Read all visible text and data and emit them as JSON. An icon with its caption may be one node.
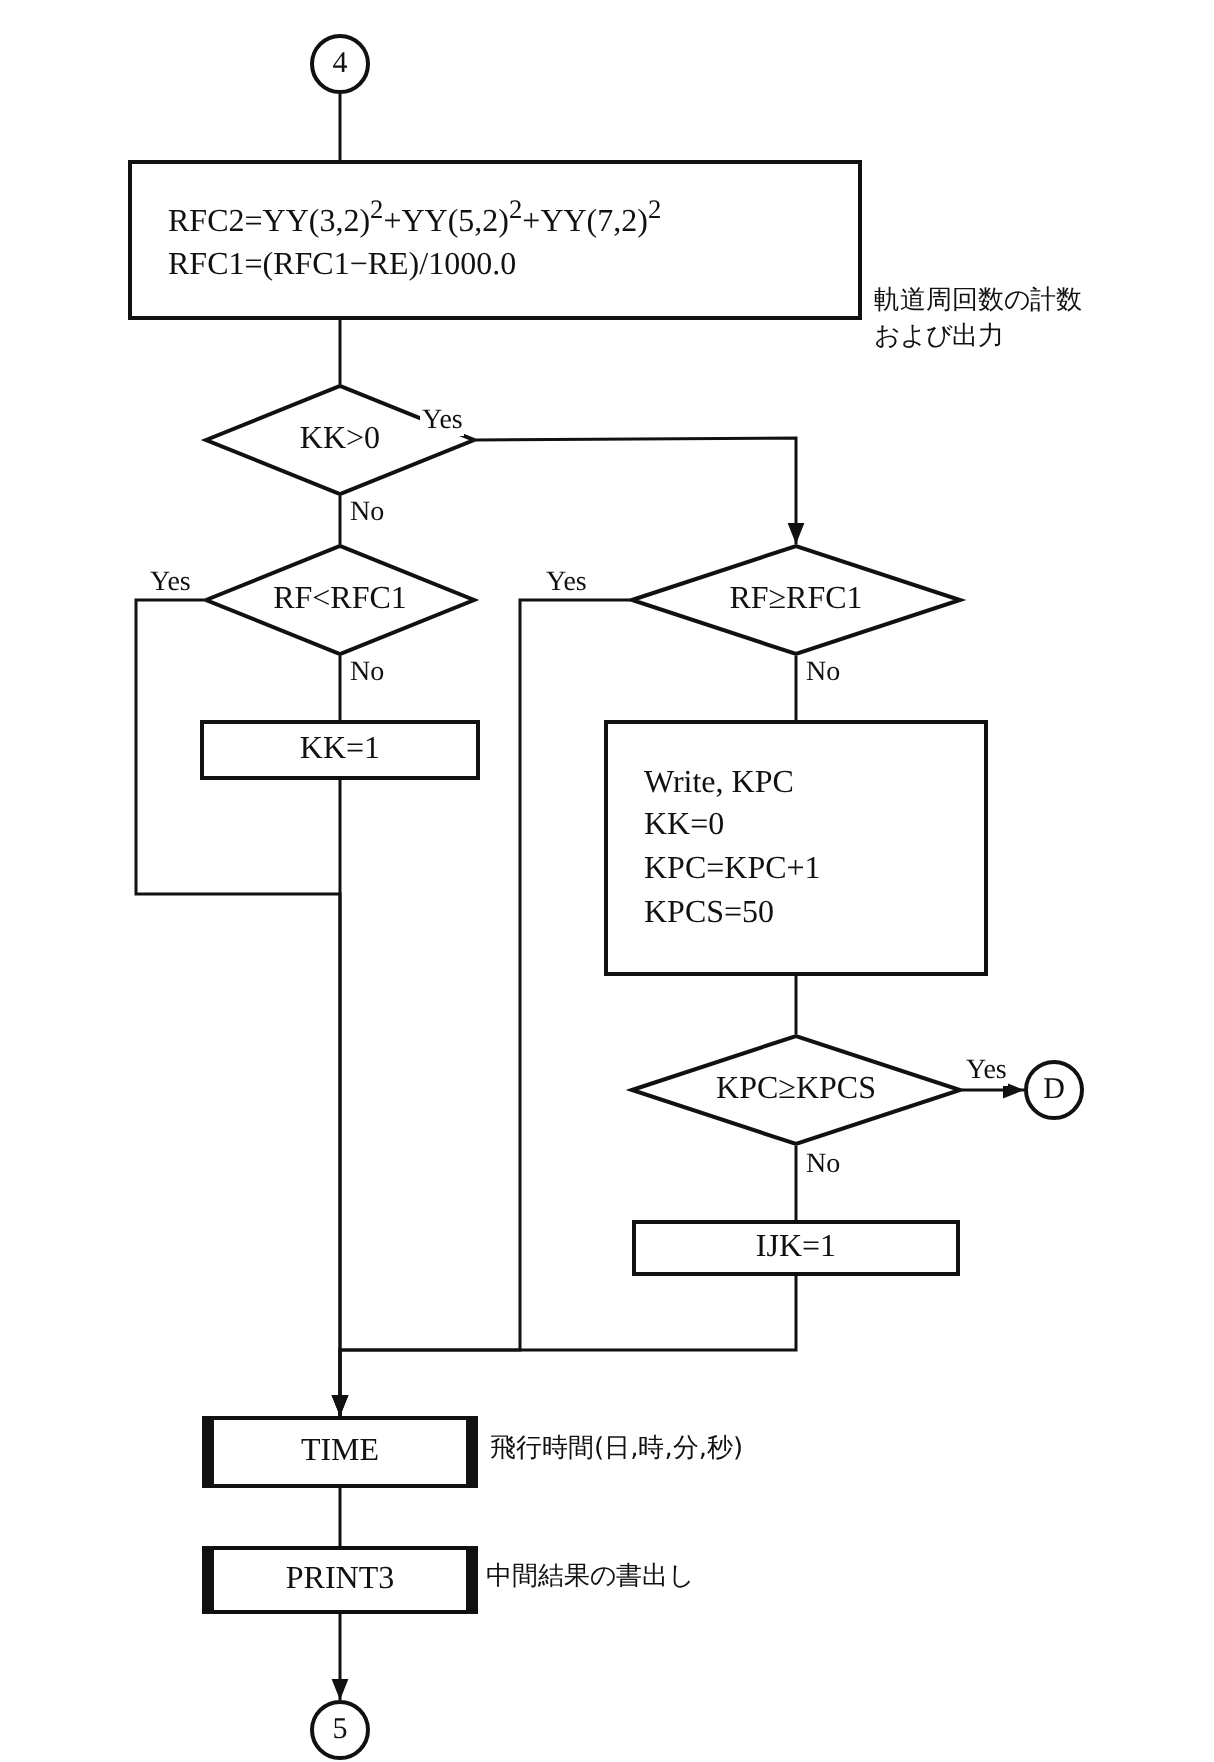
{
  "diagram": {
    "nodes": [
      {
        "text": [
          "4"
        ]
      },
      {
        "text": [
          "RFC2=YY(3,2)$^{2}$+YY(5,2)$^{2}$+YY(7,2)$^{2}$",
          "RFC1=(RFC1−RE)/1000.0"
        ],
        "beside": [
          "軌道周回数の計数および出力"
        ]
      },
      {
        "text": [
          "KK>0"
        ]
      },
      {
        "text": [
          "RF<RFC1"
        ]
      },
      {
        "text": [
          "RF≥RFC1"
        ]
      },
      {
        "text": [
          "KK=1"
        ]
      },
      {
        "text": [
          "Write, KPC",
          "KK=0",
          "KPC=KPC+1",
          "KPCS=50"
        ]
      },
      {
        "text": [
          "KPC≥KPCS"
        ]
      },
      {
        "text": [
          "D"
        ]
      },
      {
        "text": [
          "IJK=1"
        ]
      },
      {
        "text": [
          "TIME"
        ],
        "beside": [
          "飛行時間(日,時,分,秒)"
        ]
      },
      {
        "text": [
          "PRINT3"
        ],
        "beside": [
          "中間結果の書出し"
        ]
      },
      {
        "text": [
          "5"
        ]
      }
    ],
    "edges": [
      {
        "from": 0,
        "to": 1,
        "arrow": "none"
      },
      {
        "from": 1,
        "to": 2,
        "arrow": "none"
      },
      {
        "from": 2,
        "to": 4,
        "arrow": "to",
        "label": "Yes"
      },
      {
        "from": 2,
        "to": 3,
        "arrow": "none",
        "label": "No"
      },
      {
        "from": 3,
        "to": 5,
        "arrow": "none",
        "label": "No"
      },
      {
        "from": 3,
        "to": 10,
        "arrow": "to",
        "label": "Yes"
      },
      {
        "from": 5,
        "to": 10,
        "arrow": "none"
      },
      {
        "from": 4,
        "to": 10,
        "arrow": "to",
        "label": "Yes"
      },
      {
        "from": 4,
        "to": 6,
        "arrow": "none",
        "label": "No"
      },
      {
        "from": 6,
        "to": 7,
        "arrow": "none"
      },
      {
        "from": 7,
        "to": 8,
        "arrow": "to",
        "label": "Yes"
      },
      {
        "from": 7,
        "to": 9,
        "arrow": "none",
        "label": "No"
      },
      {
        "from": 9,
        "to": 10,
        "arrow": "to"
      },
      {
        "from": 10,
        "to": 11,
        "arrow": "none"
      },
      {
        "from": 11,
        "to": 12,
        "arrow": "to"
      }
    ]
  }
}
